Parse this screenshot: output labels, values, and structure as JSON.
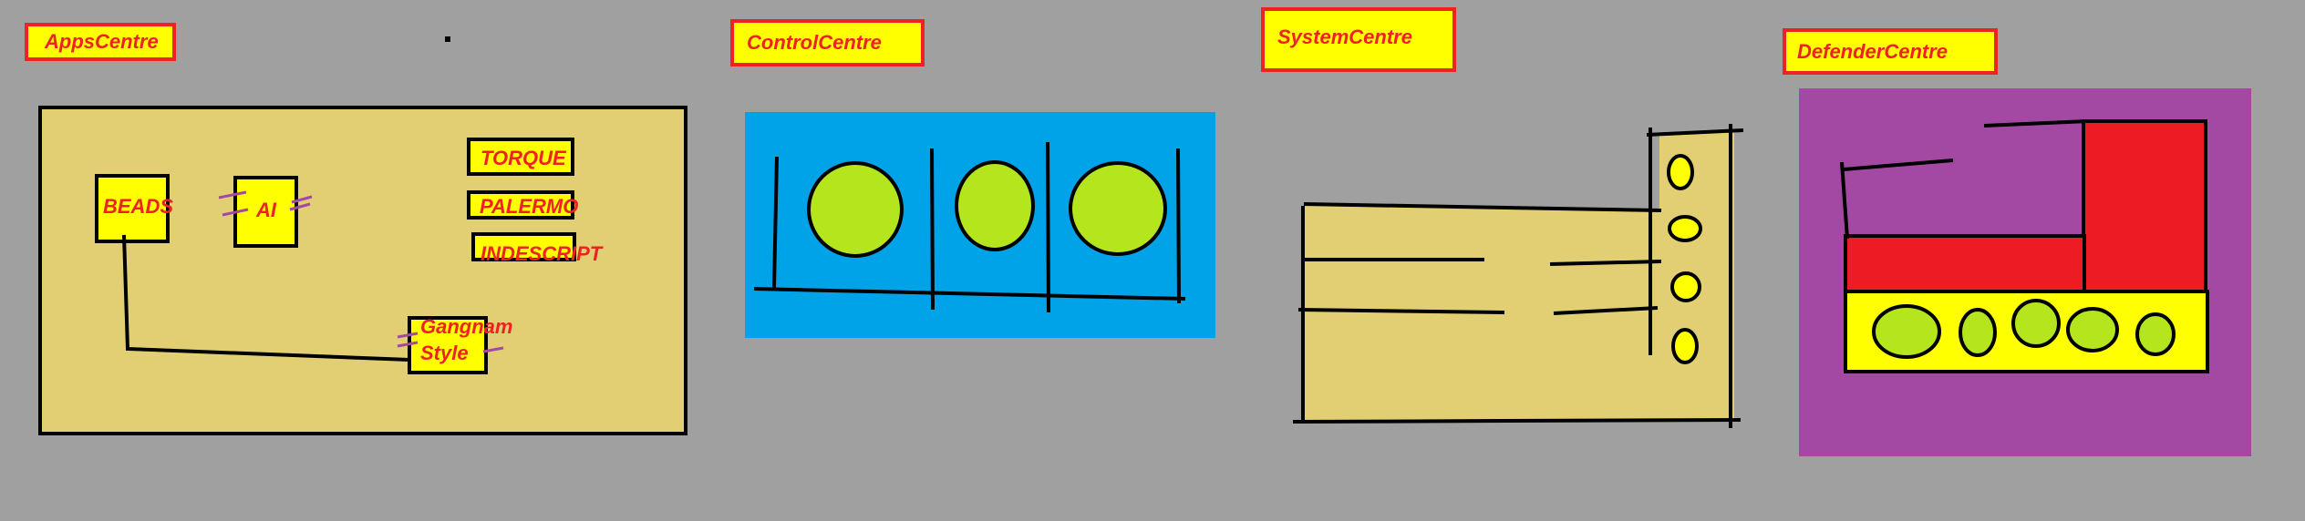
{
  "labels": {
    "apps": "AppsCentre",
    "control": "ControlCentre",
    "system": "SystemCentre",
    "defender": "DefenderCentre"
  },
  "apps_panel": {
    "beads": "BEADS",
    "ai": "AI",
    "torque": "TORQUE",
    "palermo": "PALERMO",
    "indescript": "INDESCRIPT",
    "gangnam_line1": "Gangnam",
    "gangnam_line2": "Style"
  },
  "colors": {
    "background": "#a0a0a0",
    "label_fill": "#ffff00",
    "label_border": "#ee2222",
    "tan_panel": "#e2cf74",
    "blue_panel": "#00a2e8",
    "purple_panel": "#a349a4",
    "green_circle": "#b5e61d",
    "red_block": "#ed1c24",
    "yellow_block": "#ffff00"
  }
}
